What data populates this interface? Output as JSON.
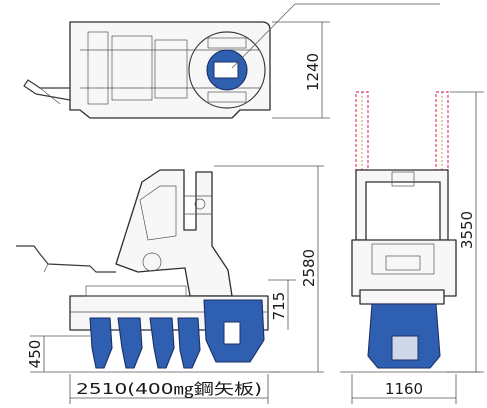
{
  "dimensions": {
    "top_view_depth": "1240",
    "side_view_height": "2580",
    "front_view_mast_height": "3550",
    "transom_height": "715",
    "ground_clearance": "450",
    "overall_length": "2510(400㎎鋼矢板)",
    "overall_width": "1160"
  },
  "colors": {
    "body_outline": "#2e2e2e",
    "bucket_fill": "#2f5fb0",
    "mast_extension": "#e05a8c"
  }
}
